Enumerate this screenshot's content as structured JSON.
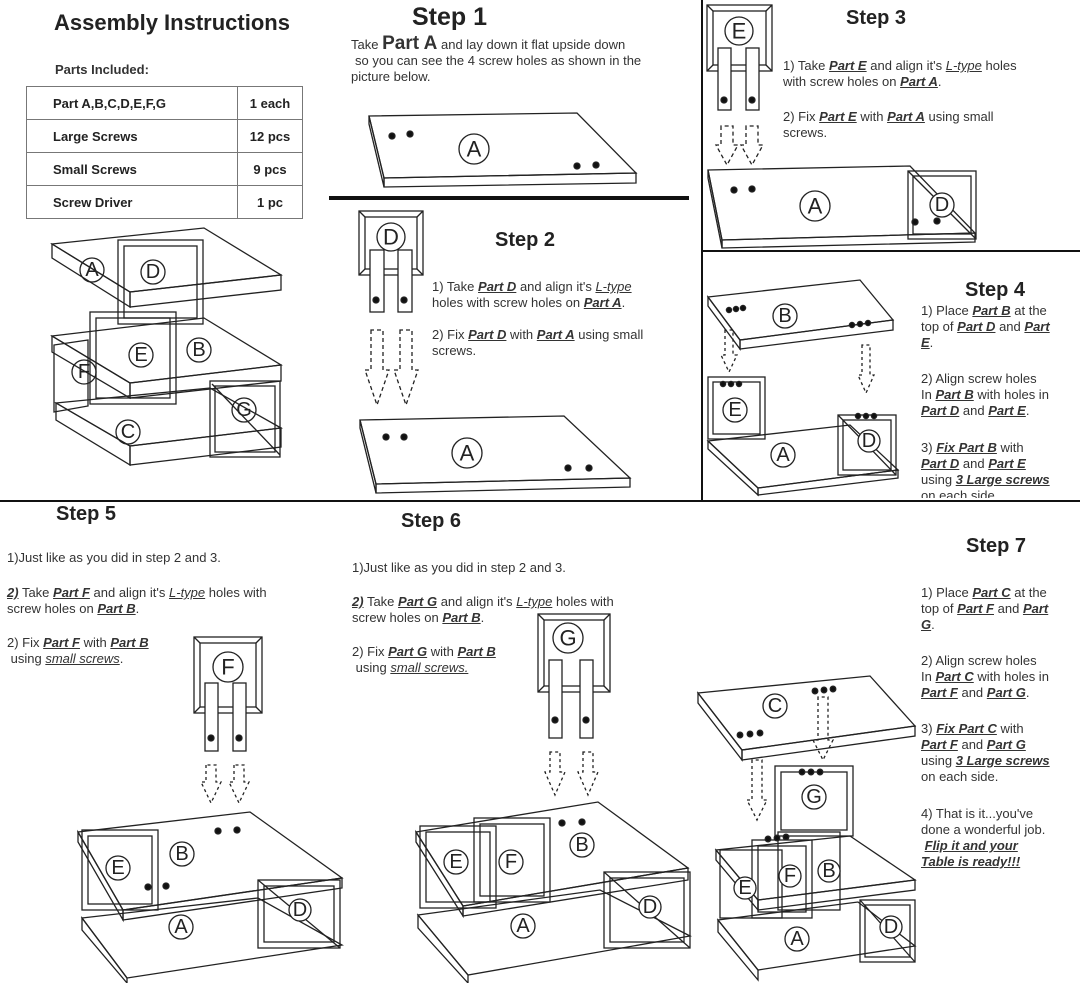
{
  "header": {
    "title": "Assembly Instructions",
    "parts_heading": "Parts Included:"
  },
  "parts": [
    {
      "name": "Part A,B,C,D,E,F,G",
      "qty": "1 each"
    },
    {
      "name": "Large Screws",
      "qty": "12 pcs"
    },
    {
      "name": "Small Screws",
      "qty": "9 pcs"
    },
    {
      "name": "Screw Driver",
      "qty": "1 pc"
    }
  ],
  "step1": {
    "title": "Step 1",
    "take": "Take",
    "part": "Part A",
    "rest1": "and lay down it flat upside down",
    "line2": "so you can see the 4 screw holes as shown in the",
    "line3": "picture below."
  },
  "step2": {
    "title": "Step 2",
    "s1_pre": "1) Take",
    "s1_part": "Part D",
    "s1_mid": "and align it's",
    "s1_ltype": "L-type",
    "s1_line2a": "holes with screw holes on",
    "s1_part2": "Part A",
    "s1_end": ".",
    "s2_pre": "2) Fix",
    "s2_part": "Part D",
    "s2_mid": "with",
    "s2_part2": "Part A",
    "s2_end": "using small",
    "s2_line2": "screws."
  },
  "step3": {
    "title": "Step 3",
    "s1_pre": "1) Take",
    "s1_part": "Part E",
    "s1_mid": "and align it's",
    "s1_ltype": "L-type",
    "s1_end": "holes",
    "s1_line2a": "with screw holes on",
    "s1_part2": "Part A",
    "s1_dot": ".",
    "s2_pre": "2) Fix",
    "s2_part": "Part E",
    "s2_mid": "with",
    "s2_part2": "Part A",
    "s2_end": "using small",
    "s2_line2": "screws."
  },
  "step4": {
    "title": "Step 4",
    "a1": "1) Place",
    "a1p": "Part B",
    "a1e": "at the",
    "a2": "top of",
    "a2p": "Part D",
    "a2m": "and",
    "a2p2": "Part",
    "a3p": "E",
    "a3e": ".",
    "b1": "2) Align screw holes",
    "b2": "In",
    "b2p": "Part B",
    "b2e": "with holes in",
    "b3p": "Part D",
    "b3m": "and",
    "b3p2": "Part E",
    "b3e": ".",
    "c1": "3)",
    "c1p": "Fix Part B",
    "c1e": "with",
    "c2p": "Part D",
    "c2m": "and",
    "c2p2": "Part E",
    "c3": "using",
    "c3p": "3 Large screws",
    "c4": "on each side."
  },
  "step5": {
    "title": "Step 5",
    "l1": "1)Just like as you did in step 2 and 3.",
    "l2n": "2)",
    "l2a": "Take",
    "l2p": "Part F",
    "l2b": "and align it's",
    "l2l": "L-type",
    "l2c": "holes with",
    "l3a": "screw holes on",
    "l3p": "Part B",
    "l3e": ".",
    "l4a": "2) Fix",
    "l4p": "Part F",
    "l4m": "with",
    "l4p2": "Part B",
    "l5a": "using",
    "l5u": "small screws",
    "l5e": "."
  },
  "step6": {
    "title": "Step 6",
    "l1": "1)Just like as you did in step 2 and 3.",
    "l2n": "2)",
    "l2a": "Take",
    "l2p": "Part G",
    "l2b": "and align it's",
    "l2l": "L-type",
    "l2c": "holes with",
    "l3a": "screw holes on",
    "l3p": "Part B",
    "l3e": ".",
    "l4a": "2) Fix",
    "l4p": "Part G",
    "l4m": "with",
    "l4p2": "Part B",
    "l5a": "using",
    "l5u": "small screws."
  },
  "step7": {
    "title": "Step 7",
    "a1": "1) Place",
    "a1p": "Part C",
    "a1e": "at the",
    "a2": "top of",
    "a2p": "Part F",
    "a2m": "and",
    "a2p2": "Part",
    "a3p": "G",
    "a3e": ".",
    "b1": "2) Align screw holes",
    "b2": "In",
    "b2p": "Part C",
    "b2e": "with holes in",
    "b3p": "Part F",
    "b3m": "and",
    "b3p2": "Part G",
    "b3e": ".",
    "c1": "3)",
    "c1p": "Fix Part C",
    "c1e": "with",
    "c2p": "Part F",
    "c2m": "and",
    "c2p2": "Part G",
    "c3": "using",
    "c3p": "3 Large screws",
    "c4": "on each side.",
    "d1": "4) That is it...you've",
    "d2": "done a wonderful job.",
    "d3": "Flip it and your",
    "d4": "Table is ready!!!"
  },
  "labels": {
    "A": "A",
    "B": "B",
    "C": "C",
    "D": "D",
    "E": "E",
    "F": "F",
    "G": "G"
  }
}
